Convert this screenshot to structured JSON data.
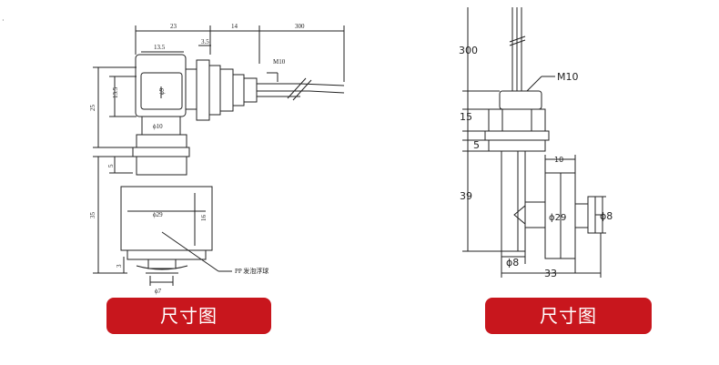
{
  "left_drawing": {
    "corner_mark": "·",
    "dims": {
      "top_23": "23",
      "top_14": "14",
      "top_300": "300",
      "d_13_5": "13.5",
      "d_3_5": "3.5",
      "m10": "M10",
      "h_13_5": "13.5",
      "h_25": "25",
      "phi_9": "ϕ9",
      "phi_10": "ϕ10",
      "h_5": "5",
      "h_35": "35",
      "phi_29": "ϕ29",
      "h_16": "16",
      "h_3": "3",
      "phi_7": "ϕ7",
      "material": "PP 发泡浮球"
    },
    "caption": "尺寸图"
  },
  "right_drawing": {
    "dims": {
      "h_300": "300",
      "m10": "M10",
      "h_15": "15",
      "h_5": "5",
      "h_39": "39",
      "w_10": "10",
      "phi_29": "ϕ29",
      "phi_8_right": "ϕ8",
      "phi_8_bottom": "ϕ8",
      "w_33": "33"
    },
    "caption": "尺寸图"
  }
}
